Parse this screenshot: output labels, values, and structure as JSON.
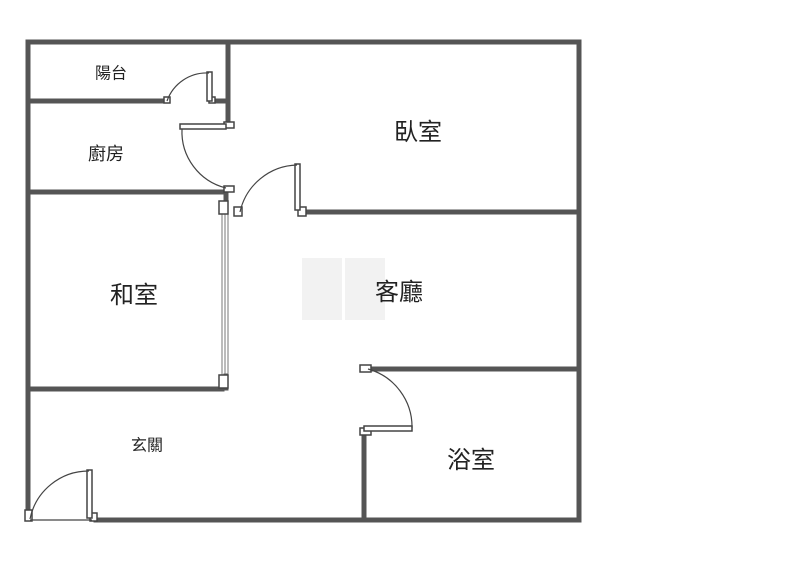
{
  "rooms": {
    "balcony": "陽台",
    "kitchen": "廚房",
    "bedroom": "臥室",
    "japanese_room": "和室",
    "living_room": "客廳",
    "entrance": "玄關",
    "bathroom": "浴室"
  },
  "colors": {
    "wall": "#555555",
    "line": "#444444",
    "label": "#222222",
    "background": "#ffffff"
  }
}
